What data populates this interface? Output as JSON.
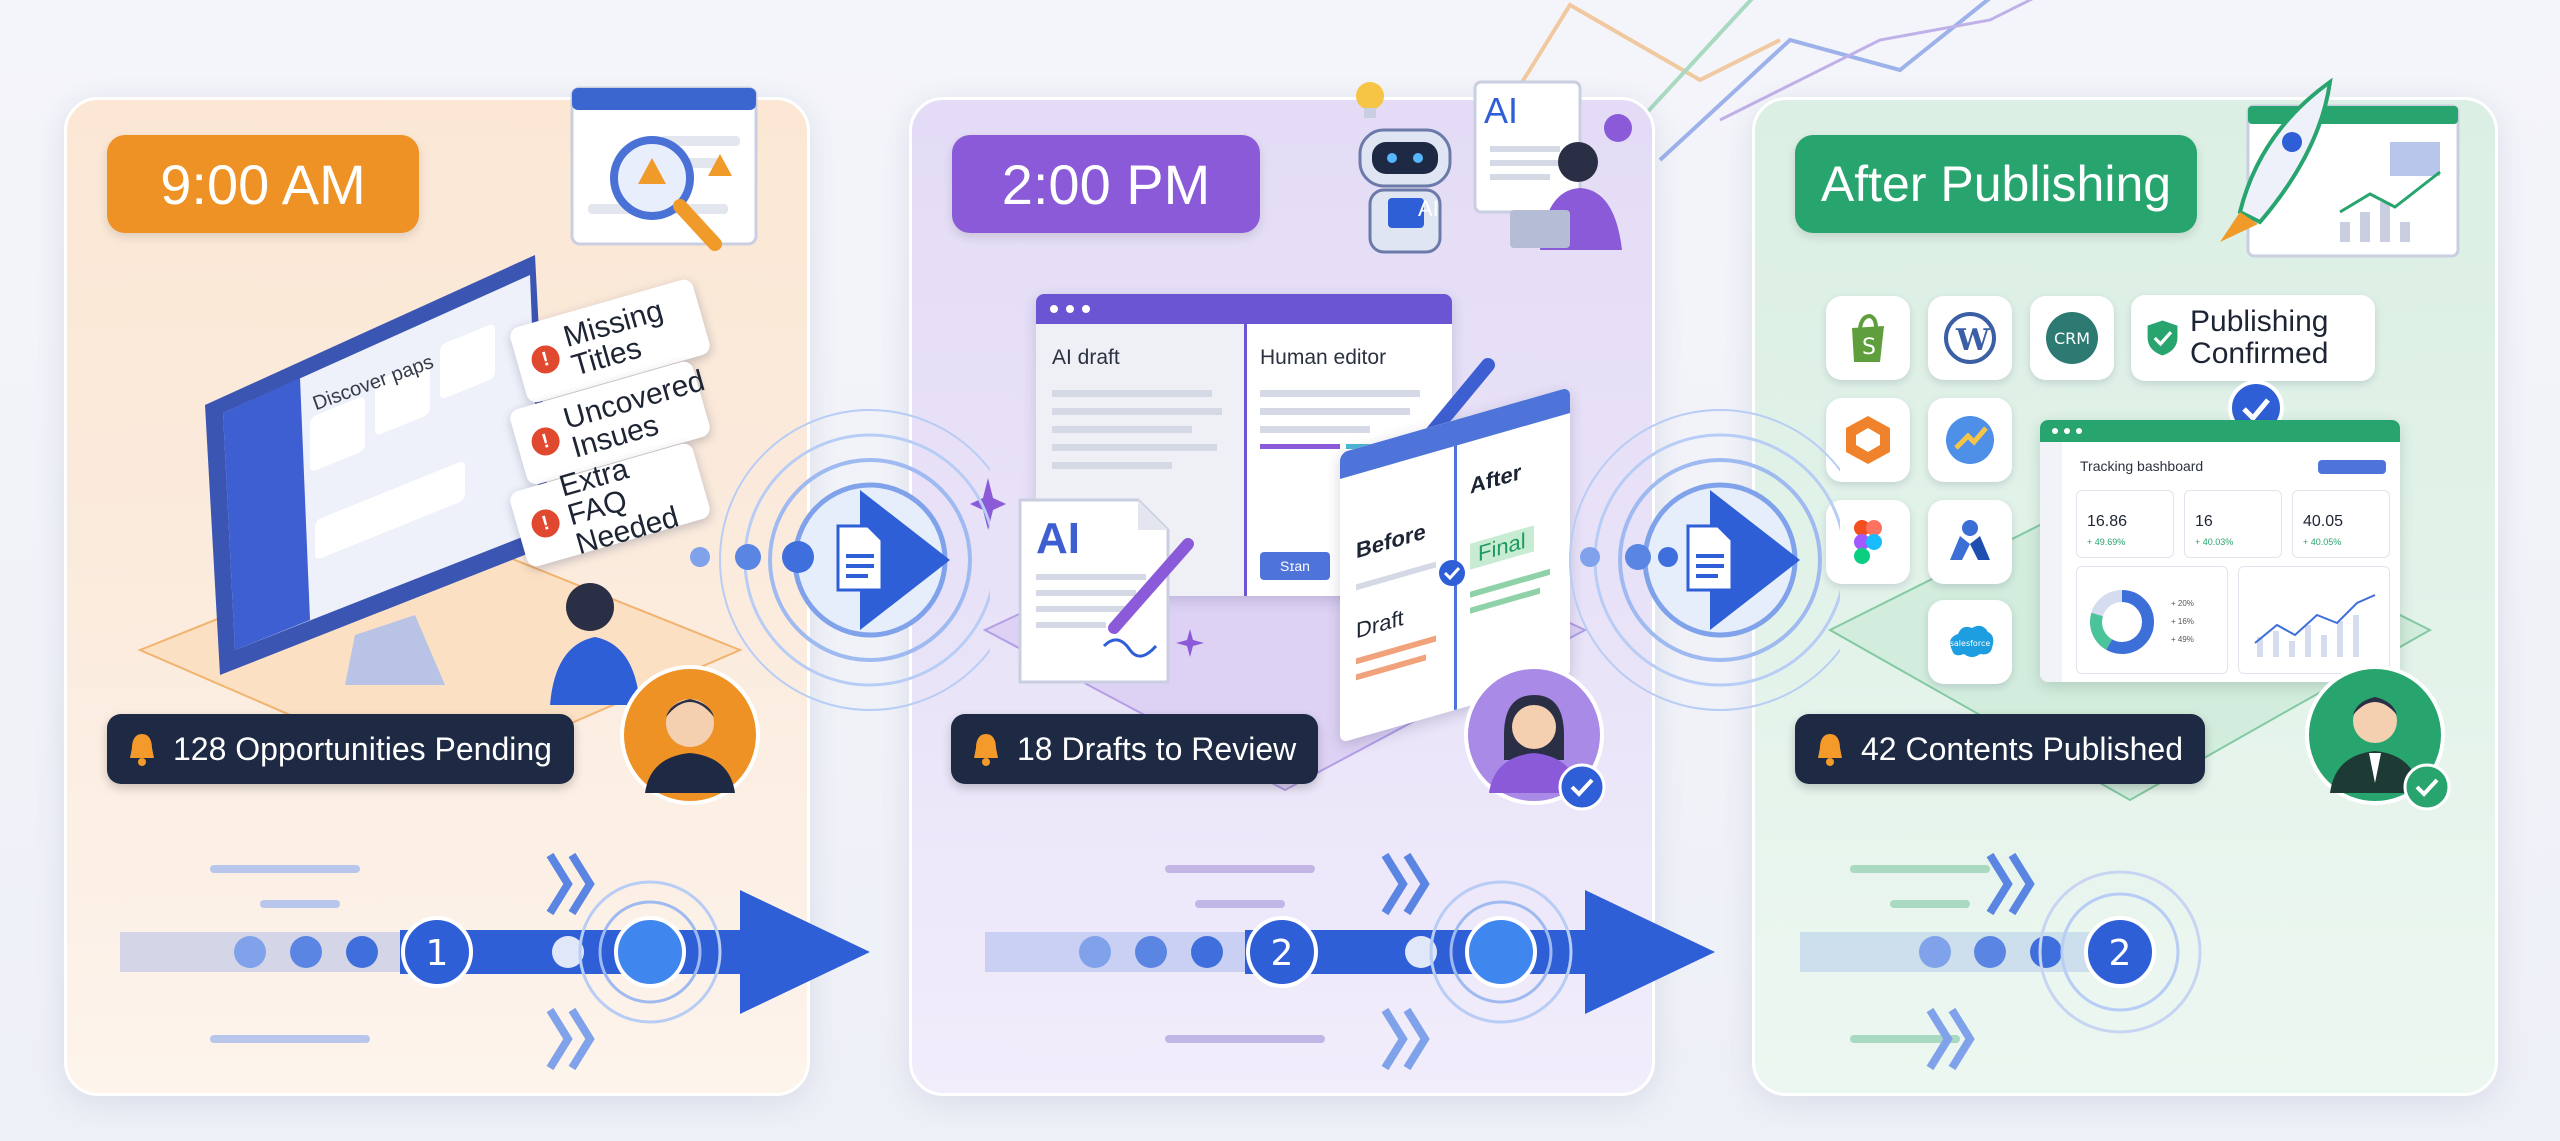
{
  "stages": [
    {
      "time_label": "9:00 AM",
      "status_text": "128 Opportunities Pending",
      "step_number": "1"
    },
    {
      "time_label": "2:00 PM",
      "status_text": "18 Drafts to Review",
      "step_number": "2"
    },
    {
      "time_label": "After Publishing",
      "status_text": "42 Contents Published",
      "step_number": "2"
    }
  ],
  "discover": {
    "screen_title": "Discover paps",
    "issues": [
      "Missing Titles",
      "Uncovered Insues",
      "Extra FAQ Needed"
    ]
  },
  "review": {
    "ai_draft_label": "AI draft",
    "human_editor_label": "Human editor",
    "submit_label": "Sɪan",
    "ai_badge": "AI",
    "doc_badge": "AI",
    "before_label": "Before",
    "after_label": "After",
    "draft_label": "Draft",
    "final_label": "Final"
  },
  "publish": {
    "crm_label": "CRM",
    "confirm_text": "Publishing Confirmed",
    "dashboard_title": "Tracking bashboard",
    "metrics": [
      {
        "value": "16.86",
        "delta": "+ 49.69%"
      },
      {
        "value": "16",
        "delta": "+ 40.03%"
      },
      {
        "value": "40.05",
        "delta": "+ 40.05%"
      }
    ],
    "donut_legend": [
      "+ 20%",
      "+ 16%",
      "+ 49%"
    ],
    "salesforce_label": "salesforce"
  },
  "colors": {
    "orange": "#ee9225",
    "purple": "#8a5ad9",
    "green": "#28a46e",
    "navy": "#1e2a44",
    "blue": "#2f5fd6"
  }
}
